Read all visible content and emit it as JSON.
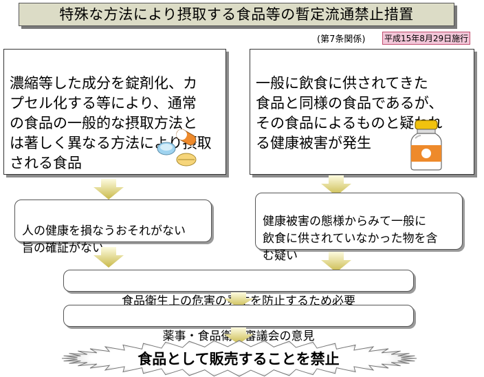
{
  "title": "特殊な方法により摂取する食品等の暫定流通禁止措置",
  "article": "(第7条関係)",
  "effective_date": "平成15年8月29日施行",
  "left_box": "濃縮等した成分を錠剤化、カ\nプセル化する等により、通常\nの食品の一般的な摂取方法と\nは著しく異なる方法により摂取\nされる食品",
  "right_box": "一般に飲食に供されてきた\n食品と同様の食品であるが、\nその食品によるものと疑われ\nる健康被害が発生",
  "left_condition": "人の健康を損なうおそれがない\n旨の確証がない",
  "right_condition": "健康被害の態様からみて一般に\n飲食に供されていなかった物を含\nむ疑い",
  "necessity": "食品衛生上の危害の発生を防止するため必要",
  "council": "薬事・食品衛生審議会の意見",
  "conclusion": "食品として販売することを禁止",
  "colors": {
    "arrow_light": "#fbf6c0",
    "arrow_dark": "#c9b94a",
    "title_bg": "#dcdcc6",
    "date_bg": "#f2c6d8",
    "bottle_cap": "#f1c20e",
    "bottle_label": "#ee8a2b"
  },
  "icons": [
    "pills-icon",
    "bottle-icon",
    "down-arrow-icon",
    "starburst-shape"
  ]
}
